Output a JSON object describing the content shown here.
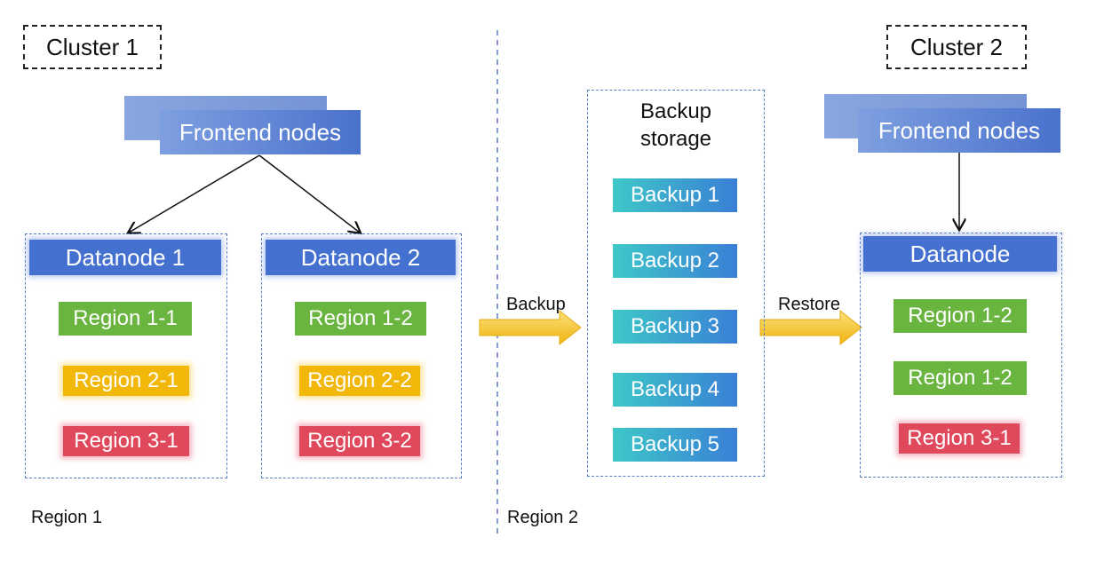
{
  "cluster1": {
    "title": "Cluster 1",
    "frontend": "Frontend nodes",
    "datanodes": [
      {
        "title": "Datanode 1",
        "regions": [
          {
            "label": "Region 1-1",
            "color": "#6ab440"
          },
          {
            "label": "Region 2-1",
            "color": "#f1b80a"
          },
          {
            "label": "Region 3-1",
            "color": "#e0485c"
          }
        ]
      },
      {
        "title": "Datanode 2",
        "regions": [
          {
            "label": "Region 1-2",
            "color": "#6ab440"
          },
          {
            "label": "Region 2-2",
            "color": "#f1b80a"
          },
          {
            "label": "Region 3-2",
            "color": "#e0485c"
          }
        ]
      }
    ]
  },
  "region1_label": "Region 1",
  "region2_label": "Region 2",
  "backup_arrow_label": "Backup",
  "restore_arrow_label": "Restore",
  "backup_storage": {
    "title_line1": "Backup",
    "title_line2": "storage",
    "items": [
      "Backup 1",
      "Backup 2",
      "Backup 3",
      "Backup 4",
      "Backup 5"
    ]
  },
  "cluster2": {
    "title": "Cluster 2",
    "frontend": "Frontend nodes",
    "datanode": {
      "title": "Datanode",
      "regions": [
        {
          "label": "Region 1-2",
          "color": "#6ab440"
        },
        {
          "label": "Region 1-2",
          "color": "#6ab440"
        },
        {
          "label": "Region 3-1",
          "color": "#e0485c"
        }
      ]
    }
  },
  "colors": {
    "frontend": "#4a72cc",
    "datanode": "#4470cf",
    "backup": "#3a9fd0",
    "arrow": "#f5c22a"
  }
}
